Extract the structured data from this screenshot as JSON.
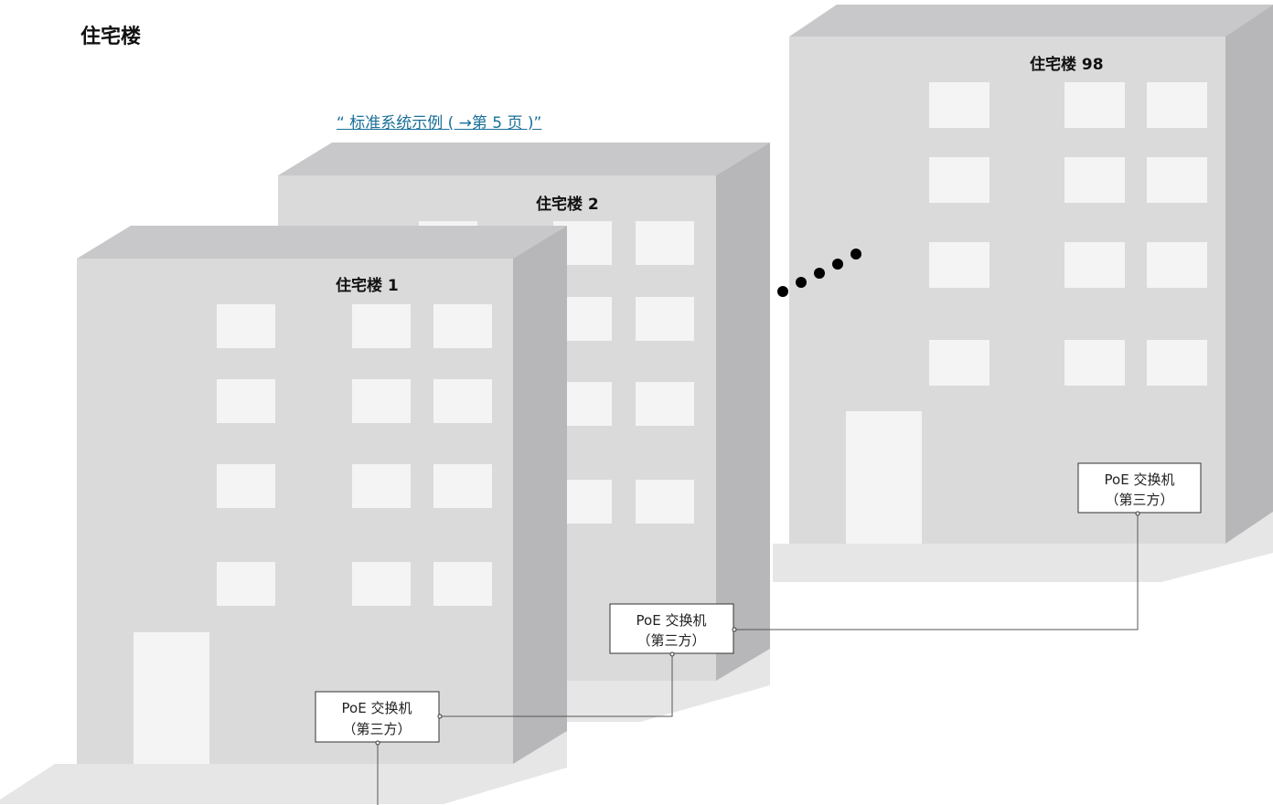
{
  "page": {
    "title": "住宅楼"
  },
  "reference_link": {
    "label": "“ 标准系统示例 ( →第 5 页 )”"
  },
  "buildings": [
    {
      "label": "住宅楼 1"
    },
    {
      "label": "住宅楼 2"
    },
    {
      "label": "住宅楼 98"
    }
  ],
  "switches": [
    {
      "line1": "PoE 交换机",
      "line2": "（第三方）"
    },
    {
      "line1": "PoE 交换机",
      "line2": "（第三方）"
    },
    {
      "line1": "PoE 交换机",
      "line2": "（第三方）"
    }
  ],
  "colors": {
    "facade": "#dadadb",
    "side": "#b7b7b9",
    "roof": "#c8c8ca",
    "ground": "#e6e6e7",
    "window": "#f4f4f4",
    "link": "#1a6f99"
  }
}
